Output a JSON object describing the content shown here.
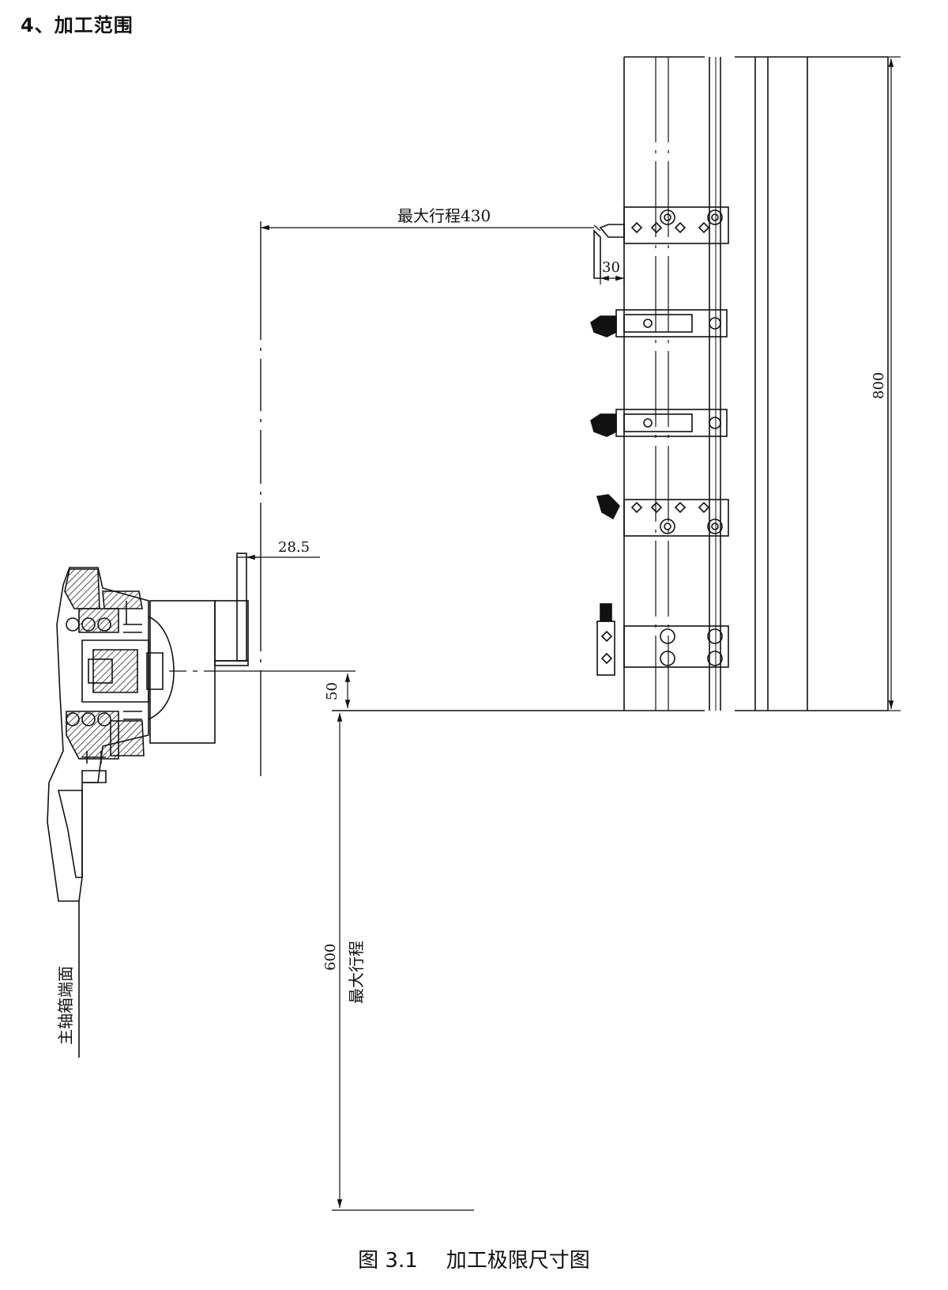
{
  "heading": "4、加工范围",
  "caption": {
    "number": "图 3.1",
    "title": "加工极限尺寸图"
  },
  "dimensions": {
    "max_travel_x": "最大行程430",
    "offset_tool": "30",
    "total_length": "800",
    "chuck_offset": "28.5",
    "center_offset": "50",
    "max_travel_z_value": "600",
    "max_travel_z_label": "最大行程"
  },
  "labels": {
    "spindle_face": "主轴箱端面"
  }
}
